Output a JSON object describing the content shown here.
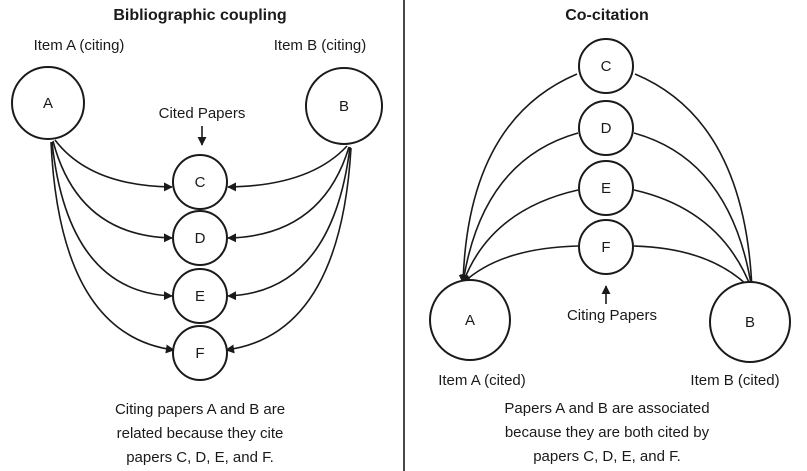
{
  "left": {
    "title": "Bibliographic coupling",
    "item_a_label": "Item A (citing)",
    "item_b_label": "Item B (citing)",
    "node_a": "A",
    "node_b": "B",
    "cited_papers_label": "Cited Papers",
    "nodes": [
      "C",
      "D",
      "E",
      "F"
    ],
    "caption": [
      "Citing papers A and B are",
      "related because they cite",
      "papers C, D, E, and F."
    ]
  },
  "right": {
    "title": "Co-citation",
    "item_a_label": "Item A (cited)",
    "item_b_label": "Item B (cited)",
    "node_a": "A",
    "node_b": "B",
    "citing_papers_label": "Citing Papers",
    "nodes": [
      "C",
      "D",
      "E",
      "F"
    ],
    "caption": [
      "Papers A and B are associated",
      "because they are both cited by",
      "papers C, D, E, and F."
    ]
  }
}
